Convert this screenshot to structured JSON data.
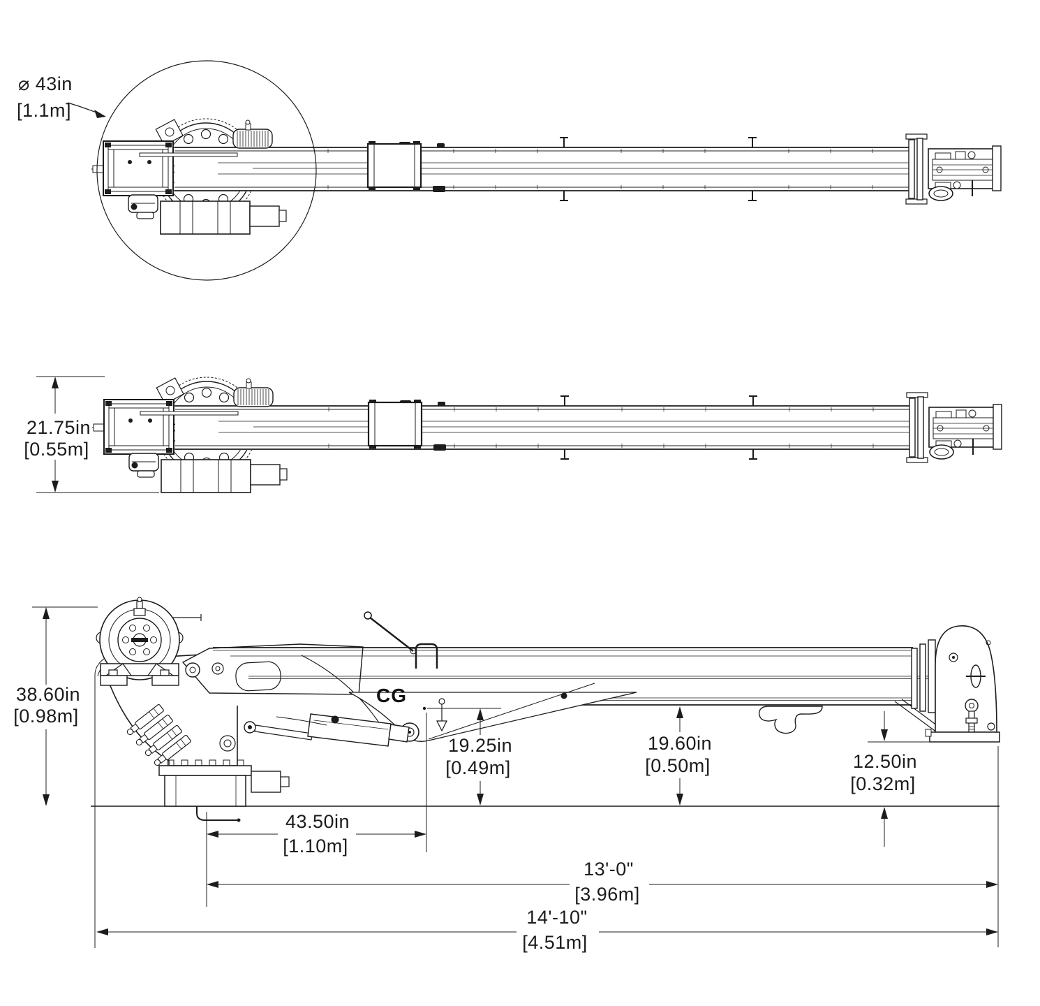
{
  "drawing": {
    "background": "#ffffff",
    "line_color": "#1c1c1c",
    "description": "Three-view dimensioned drawing of a telescoping crane"
  },
  "labels": {
    "detail_diameter": {
      "primary": "⌀ 43in",
      "metric": "[1.1m]"
    },
    "stowed_height": {
      "primary": "21.75in",
      "metric": "[0.55m]"
    },
    "overall_height": {
      "primary": "38.60in",
      "metric": "[0.98m]"
    },
    "cg": "CG",
    "cg_height": {
      "primary": "19.25in",
      "metric": "[0.49m]"
    },
    "boom_clearance_height": {
      "primary": "19.60in",
      "metric": "[0.50m]"
    },
    "tip_rest_height": {
      "primary": "12.50in",
      "metric": "[0.32m]"
    },
    "cg_setback": {
      "primary": "43.50in",
      "metric": "[1.10m]"
    },
    "pivot_to_tip_length": {
      "primary": "13'-0\"",
      "metric": "[3.96m]"
    },
    "overall_length": {
      "primary": "14'-10\"",
      "metric": "[4.51m]"
    }
  }
}
